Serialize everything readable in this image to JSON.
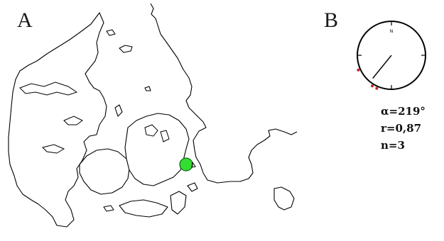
{
  "panel_a": {
    "label": "A",
    "release_site": {
      "color": "#33dd33",
      "stroke": "#116611"
    }
  },
  "panel_b": {
    "label": "B",
    "compass_north": "N",
    "mean_direction_deg": 219,
    "mean_vector_length": 0.87,
    "bearing_color": "#cc2222",
    "bearings_deg": [
      204,
      212,
      246
    ],
    "stats": {
      "alpha": "α=219°",
      "r": "r=0,87",
      "n": "n=3"
    }
  }
}
